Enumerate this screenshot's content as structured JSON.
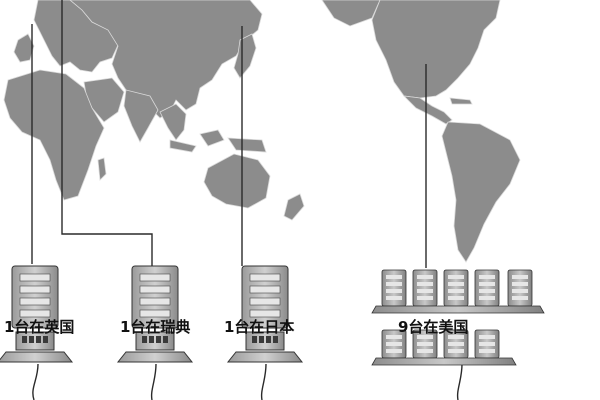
{
  "labels": {
    "uk": "1台在英国",
    "sweden": "1台在瑞典",
    "japan": "1台在日本",
    "usa": "9台在美国"
  },
  "colors": {
    "land": "#8c8c8c",
    "land_dark": "#6f6f6f",
    "border": "#d9d9d9",
    "line": "#2a2a2a",
    "server_body": "#b5b5b5",
    "server_dark": "#3a3a3a"
  }
}
